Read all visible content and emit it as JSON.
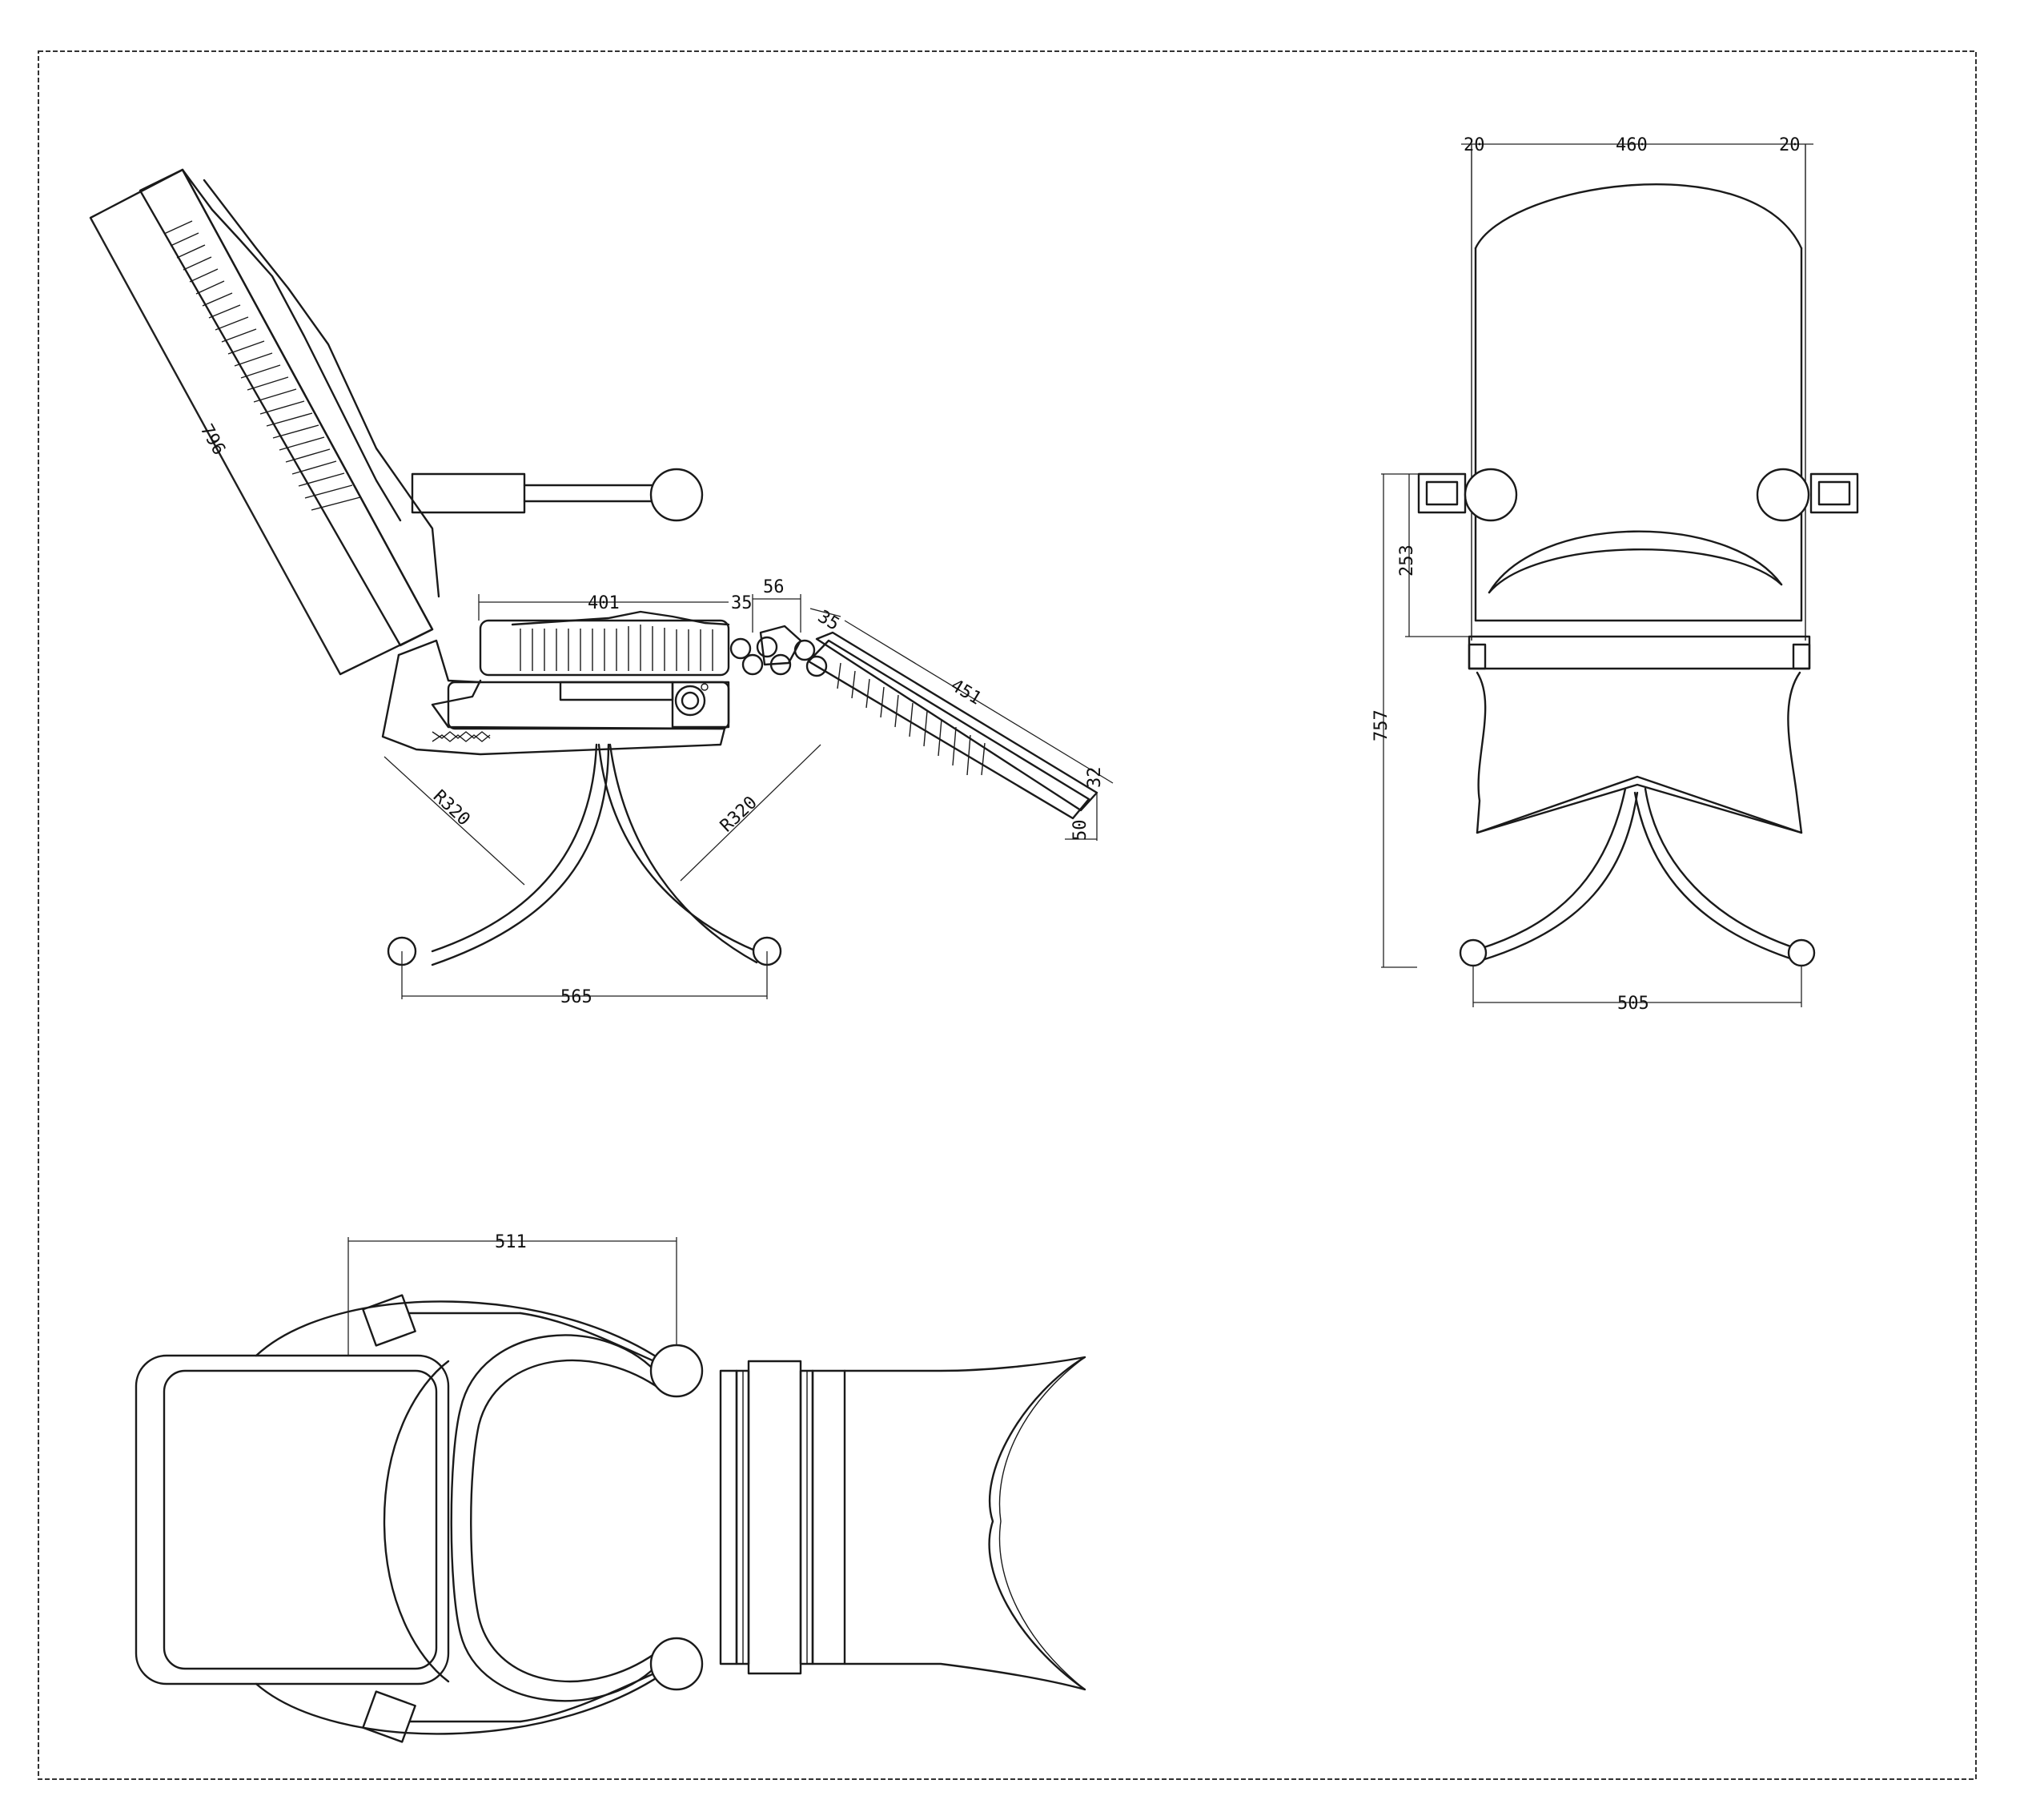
{
  "drawing": {
    "views": {
      "side": {
        "dimensions": {
          "backrest_length": "796",
          "seat_length": "401",
          "hinge_gap_a": "35",
          "hinge_gap_b": "56",
          "hinge_gap_c": "35",
          "footrest_length": "451",
          "footrest_thickness_a": "32",
          "footrest_thickness_b": "50",
          "leg_radius_left": "R320",
          "leg_radius_right": "R320",
          "base_span": "565"
        }
      },
      "front": {
        "dimensions": {
          "side_left": "20",
          "inner_width": "460",
          "side_right": "20",
          "armrest_height": "253",
          "total_height": "757",
          "base_width": "505"
        }
      },
      "top": {
        "dimensions": {
          "armrest_span": "511"
        }
      }
    }
  }
}
